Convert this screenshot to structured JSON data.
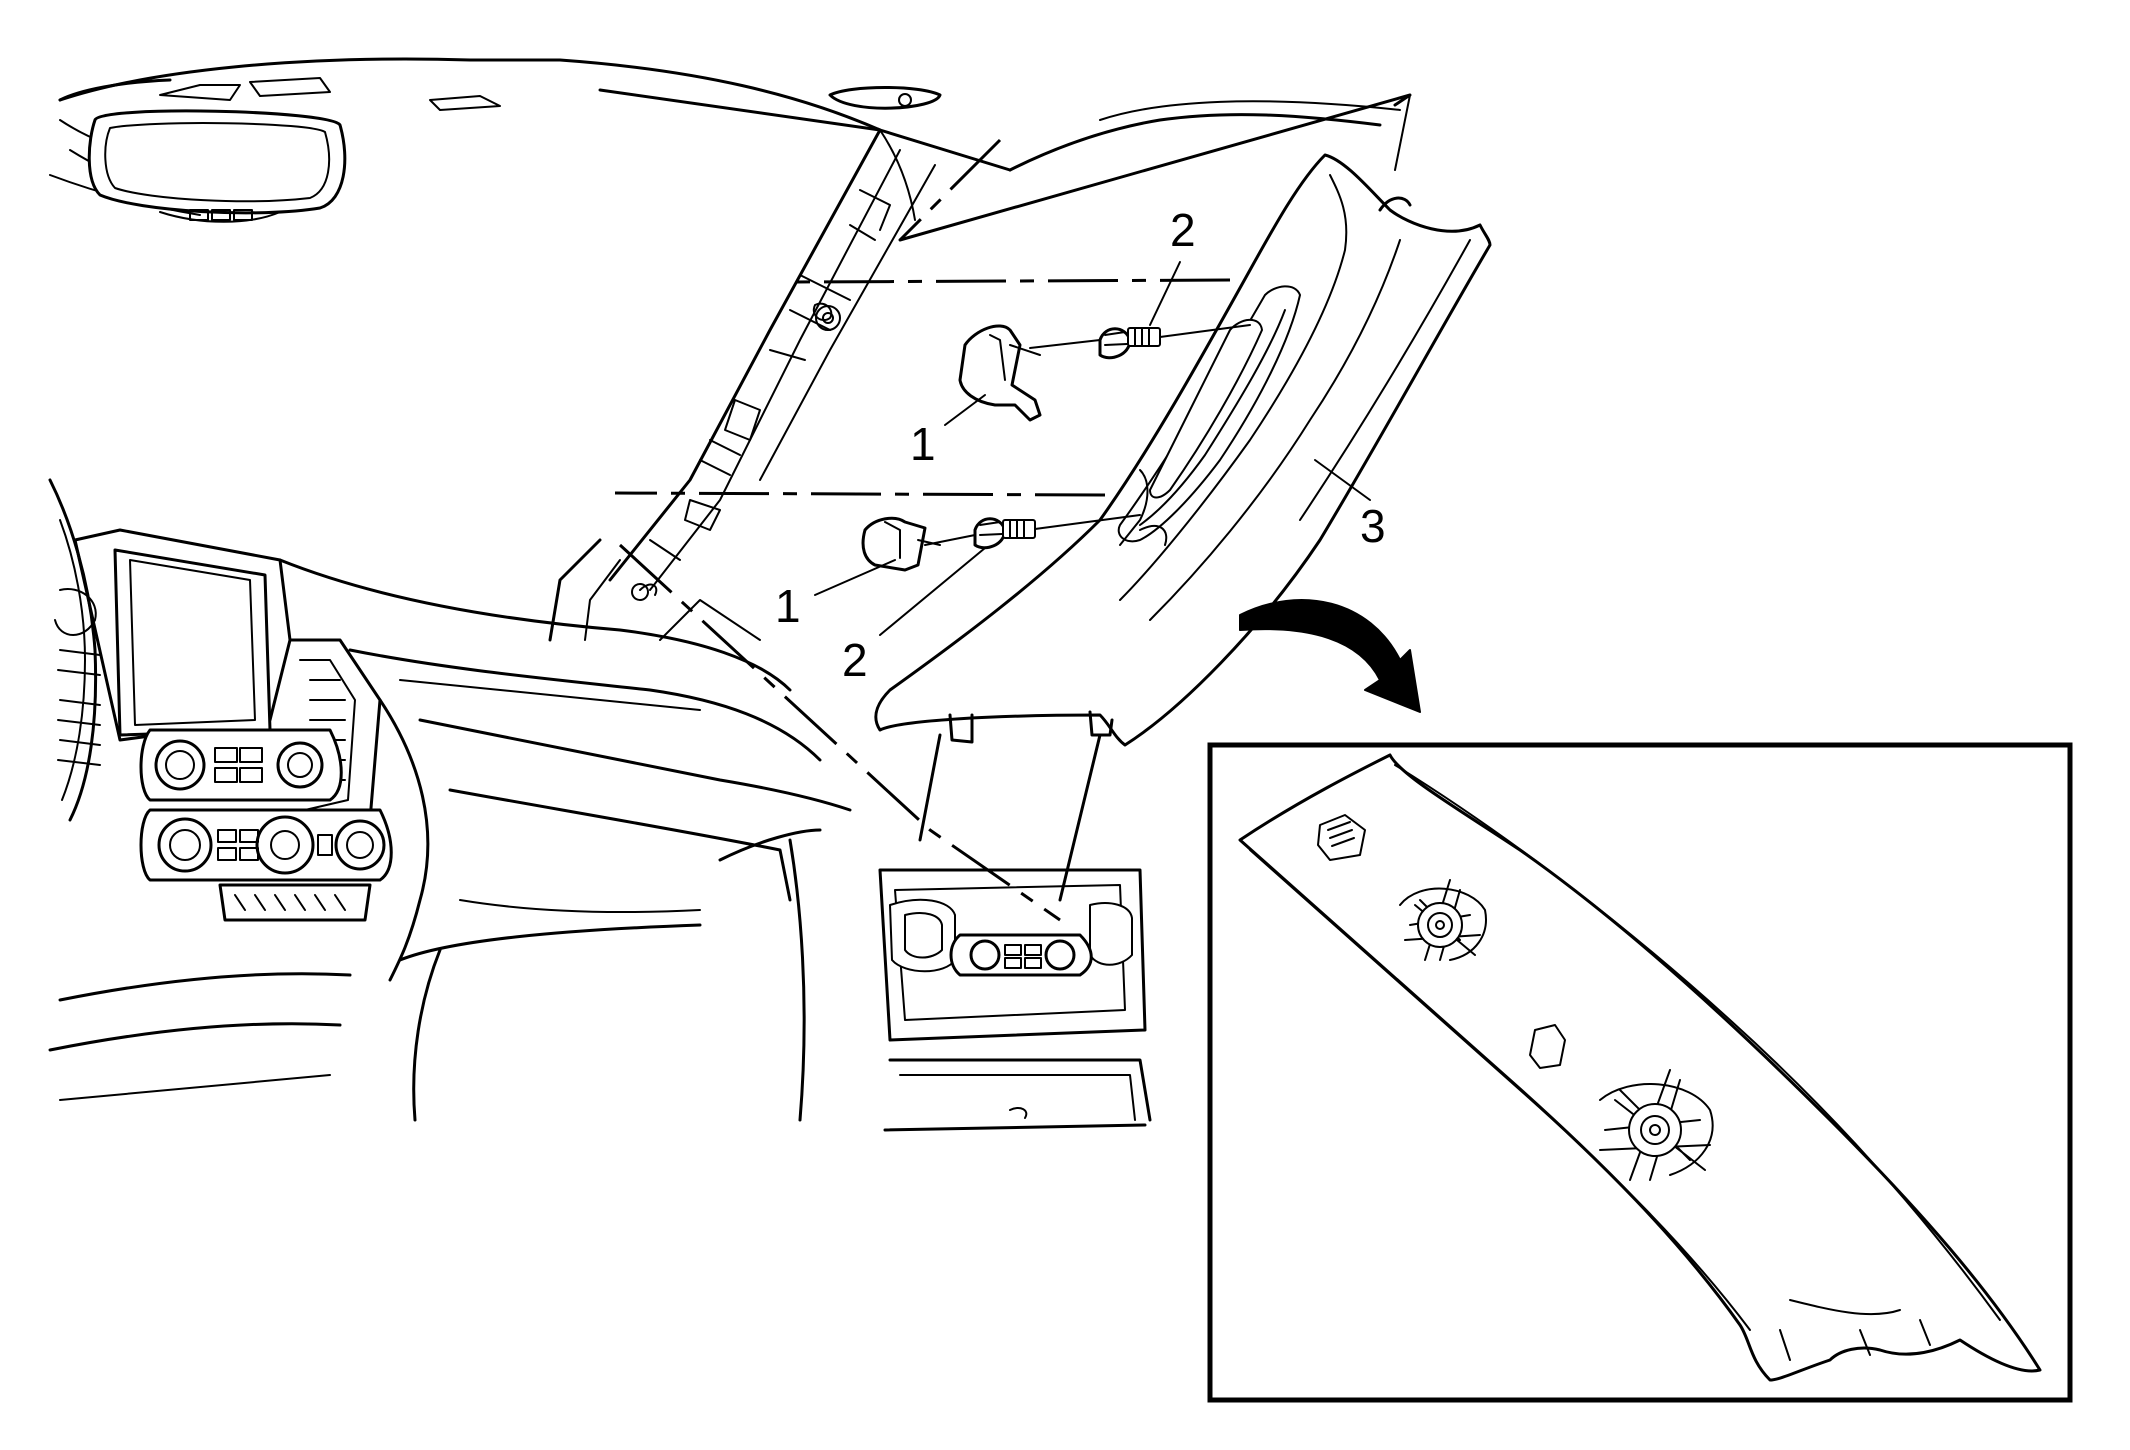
{
  "callouts": [
    {
      "id": "1",
      "label": "1"
    },
    {
      "id": "2",
      "label": "2"
    },
    {
      "id": "3",
      "label": "3"
    }
  ],
  "detail_inset": {
    "label": ""
  }
}
